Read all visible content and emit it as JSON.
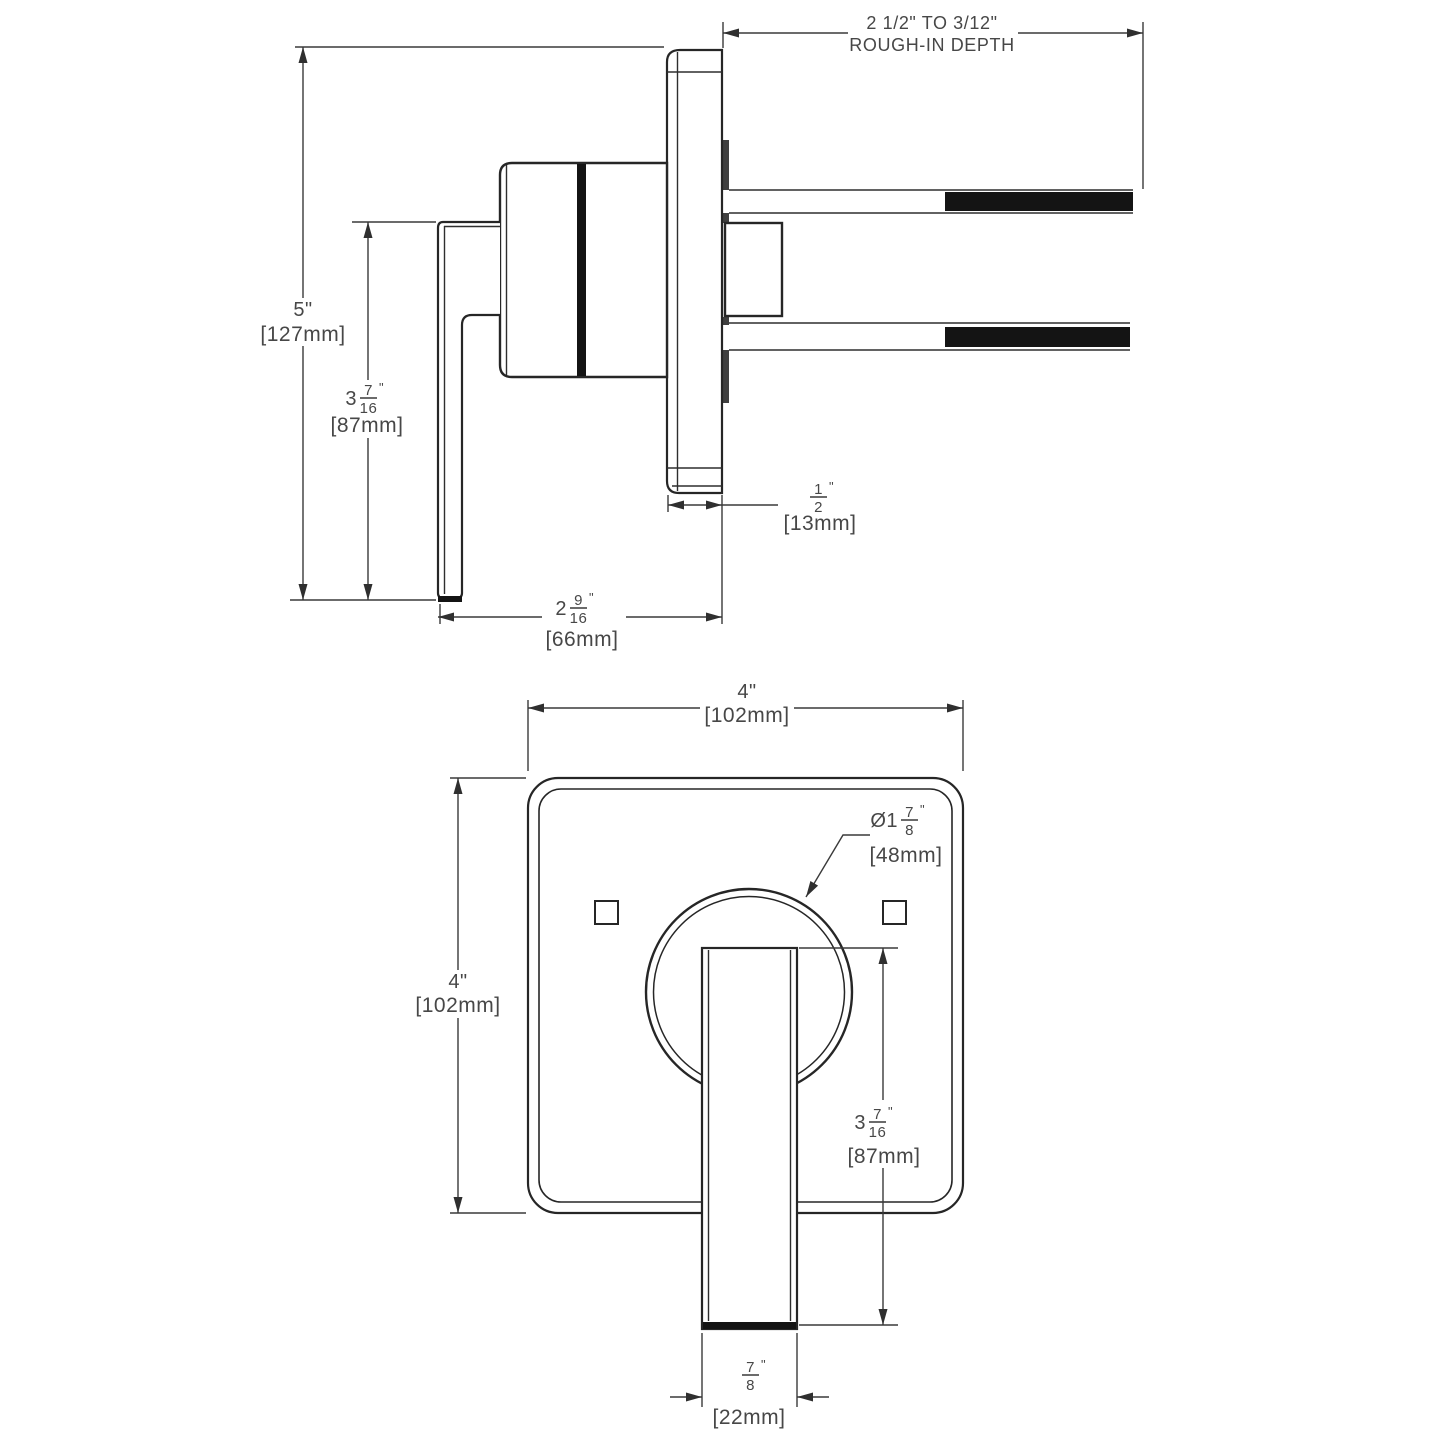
{
  "drawing": {
    "description": "Dimension drawing of pressure-balanced shower valve trim with lever handle, side view and front view",
    "side_view": {
      "dim_roughin": {
        "line1": "2 1/2\" TO 3/12\"",
        "line2": "ROUGH-IN DEPTH"
      },
      "dim_height": {
        "value": "5\"",
        "mm": "[127mm]"
      },
      "dim_handle": {
        "whole": "3",
        "num": "7",
        "den": "16",
        "inch": "\"",
        "mm": "[87mm]"
      },
      "dim_plate": {
        "num": "1",
        "den": "2",
        "inch": "\"",
        "mm": "[13mm]"
      },
      "dim_depth": {
        "whole": "2",
        "num": "9",
        "den": "16",
        "inch": "\"",
        "mm": "[66mm]"
      }
    },
    "front_view": {
      "dim_width": {
        "value": "4\"",
        "mm": "[102mm]"
      },
      "dim_height": {
        "value": "4\"",
        "mm": "[102mm]"
      },
      "dim_diameter": {
        "whole": "Ø1",
        "num": "7",
        "den": "8",
        "inch": "\"",
        "mm": "[48mm]"
      },
      "dim_handle": {
        "whole": "3",
        "num": "7",
        "den": "16",
        "inch": "\"",
        "mm": "[87mm]"
      },
      "dim_handle_width": {
        "num": "7",
        "den": "8",
        "inch": "\"",
        "mm": "[22mm]"
      }
    }
  }
}
